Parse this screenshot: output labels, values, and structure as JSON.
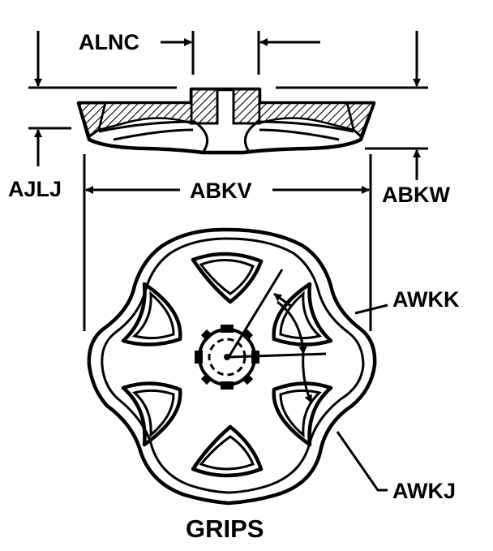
{
  "figure": {
    "caption": "GRIPS",
    "labels": {
      "alnc": "ALNC",
      "ajlj": "AJLJ",
      "abkv": "ABKV",
      "abkw": "ABKW",
      "awkk": "AWKK",
      "awkj": "AWKJ"
    }
  }
}
